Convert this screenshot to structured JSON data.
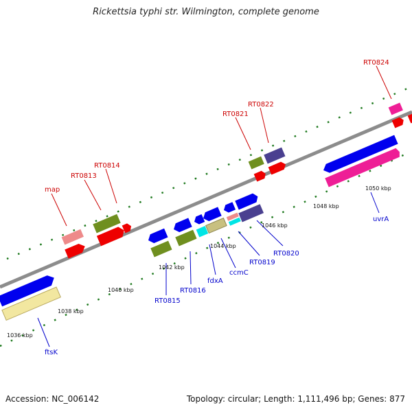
{
  "title": "Rickettsia typhi str. Wilmington, complete genome",
  "footer": {
    "accession": "Accession: NC_006142",
    "summary": "Topology: circular; Length: 1,111,496 bp; Genes: 877"
  },
  "axis": {
    "ticks": [
      "1036 kbp",
      "1038 kbp",
      "1040 kbp",
      "1042 kbp",
      "1044 kbp",
      "1046 kbp",
      "1048 kbp",
      "1050 kbp"
    ]
  },
  "colors": {
    "backbone": "#8c8c8c",
    "tick": "#1f7a1f",
    "label_red": "#cc0000",
    "label_blue": "#0000cc"
  },
  "features": {
    "upper_labels": [
      "map",
      "RT0813",
      "RT0814",
      "RT0821",
      "RT0822",
      "RT0824"
    ],
    "lower_labels": [
      "ftsK",
      "RT0815",
      "RT0816",
      "fdxA",
      "ccmC",
      "RT0819",
      "RT0820",
      "uvrA"
    ]
  }
}
